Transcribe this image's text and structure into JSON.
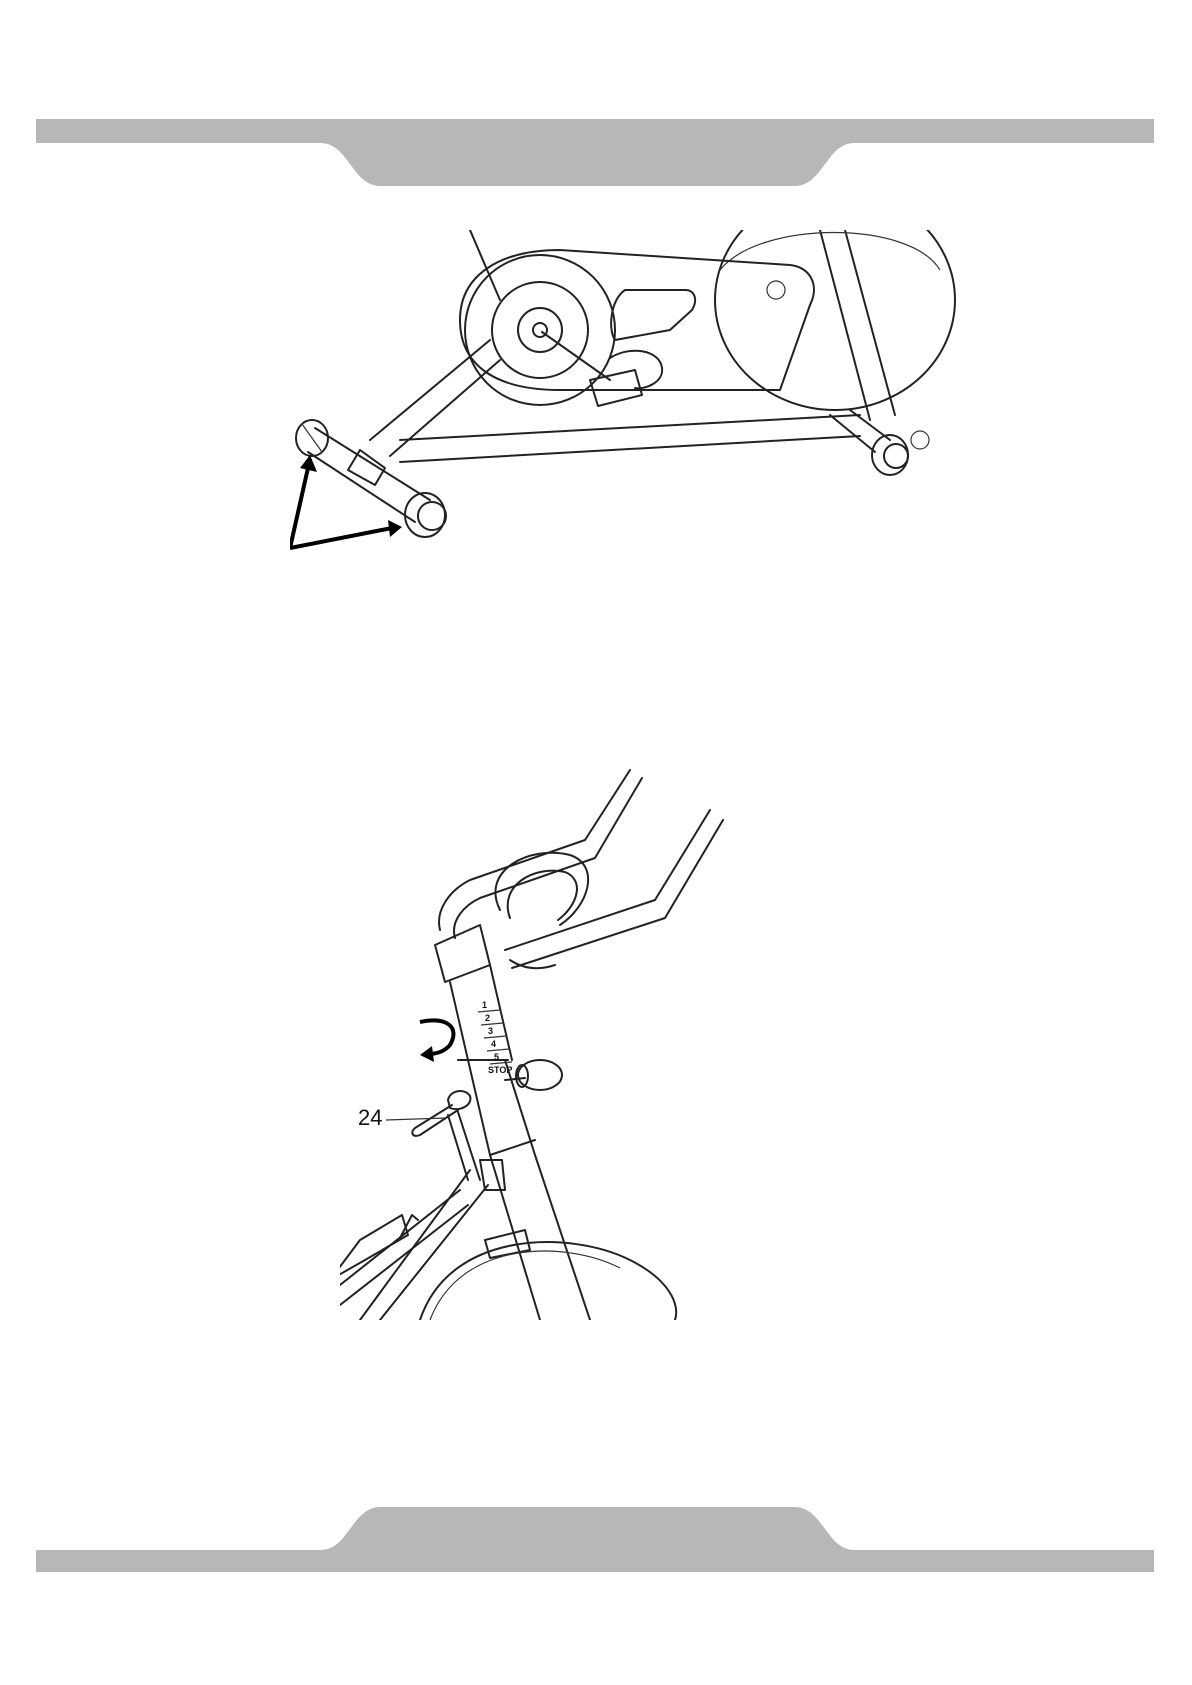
{
  "colors": {
    "band": "#b7b7b7",
    "line": "#222222",
    "background": "#ffffff"
  },
  "figure_top": {
    "icons": [
      "front-stabilizer-end-cap-icon",
      "rear-stabilizer-end-cap-icon",
      "pointer-arrow-icon"
    ]
  },
  "figure_bottom": {
    "part_number": "24",
    "height_scale": [
      "1",
      "2",
      "3",
      "4",
      "5",
      "STOP"
    ],
    "icons": [
      "rotate-arrow-icon",
      "adjustment-knob-icon",
      "handlebar-icon",
      "bottle-holder-icon"
    ]
  }
}
